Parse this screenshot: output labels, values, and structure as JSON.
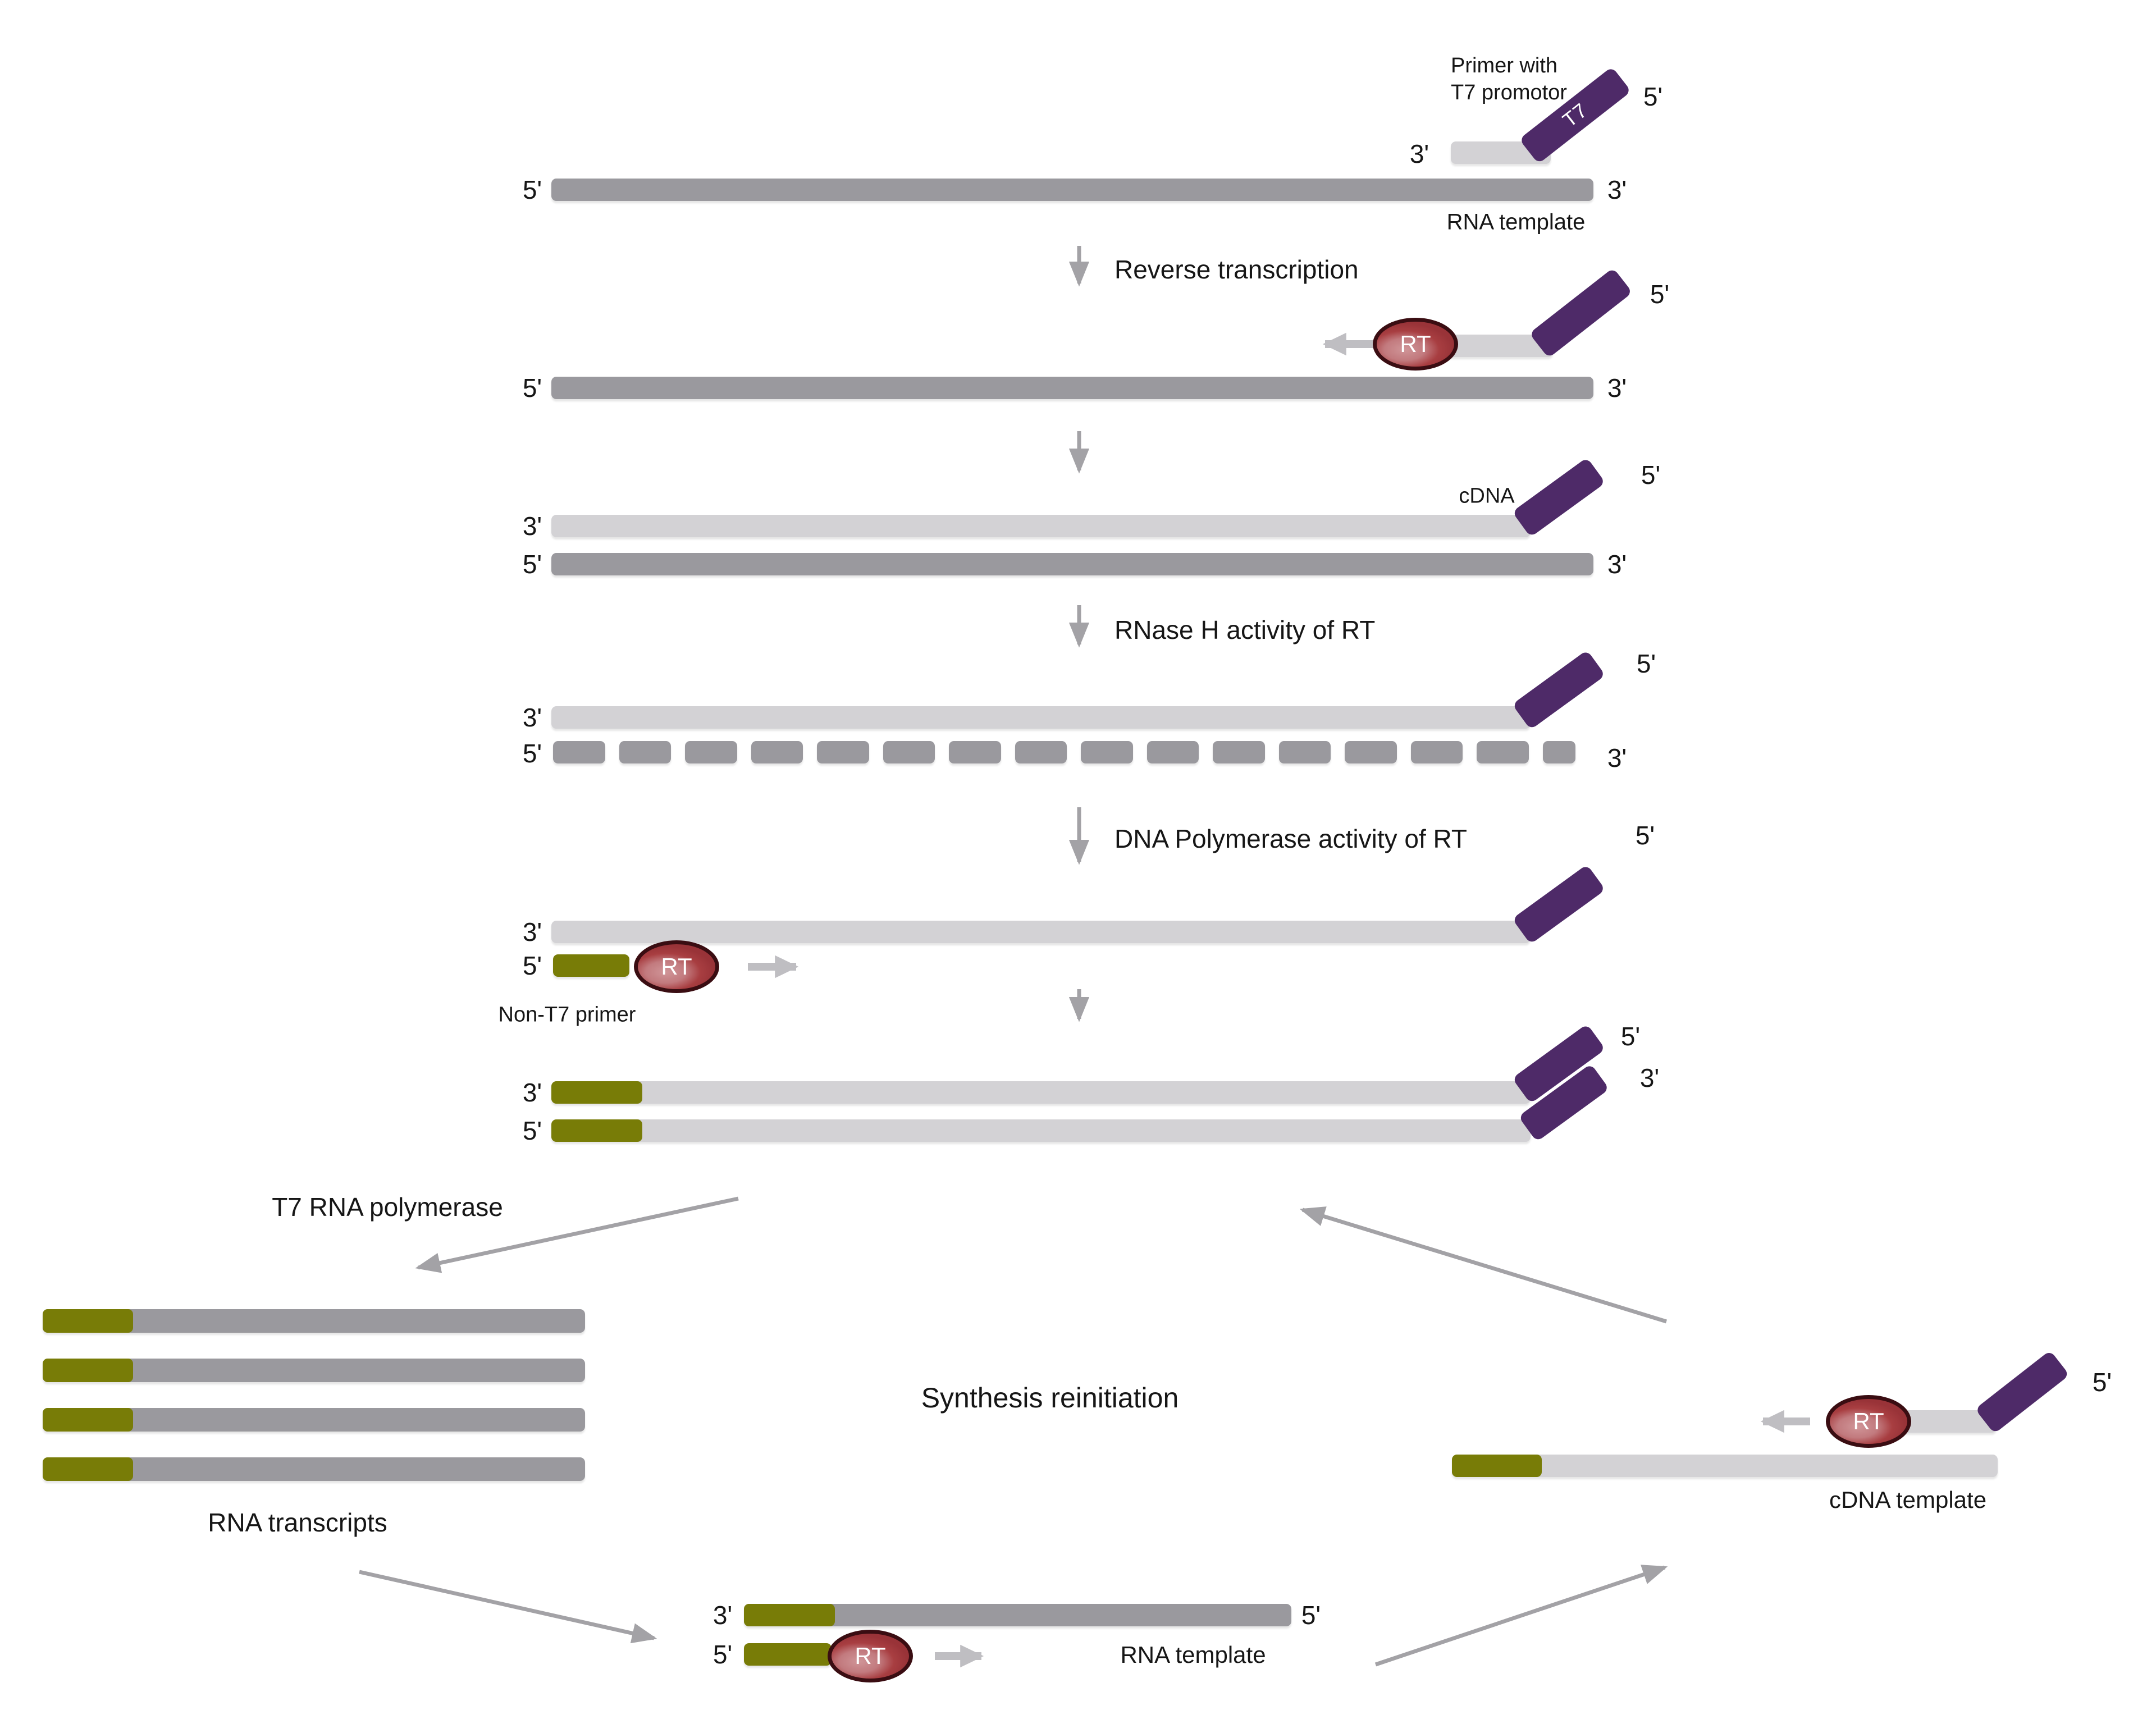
{
  "rt_label": "RT",
  "t7_label": "T7",
  "primer_caption": {
    "line1": "Primer with",
    "line2": "T7 promotor"
  },
  "steps": [
    {
      "label": "Reverse transcription"
    },
    {
      "label": "RNase H activity of RT"
    },
    {
      "label": "DNA Polymerase activity of RT"
    }
  ],
  "captions": {
    "rna_template_top": "RNA template",
    "cdna": "cDNA",
    "non_t7_primer": "Non-T7 primer",
    "t7_rna_polymerase": "T7 RNA polymerase",
    "rna_transcripts": "RNA transcripts",
    "synthesis_reinitiation": "Synthesis reinitiation",
    "cdna_template": "cDNA template",
    "rna_template_bottom": "RNA template"
  },
  "primes": [
    {
      "text": "3'"
    },
    {
      "text": "5'"
    },
    {
      "text": "5'"
    },
    {
      "text": "3'"
    },
    {
      "text": "5'"
    },
    {
      "text": "5'"
    },
    {
      "text": "3'"
    },
    {
      "text": "5'"
    },
    {
      "text": "3'"
    },
    {
      "text": "5'"
    },
    {
      "text": "3'"
    },
    {
      "text": "5'"
    },
    {
      "text": "3'"
    },
    {
      "text": "5'"
    },
    {
      "text": "3'"
    },
    {
      "text": "5'"
    },
    {
      "text": "3'"
    },
    {
      "text": "5'"
    },
    {
      "text": "5'"
    },
    {
      "text": "3'"
    },
    {
      "text": "3'"
    },
    {
      "text": "5'"
    },
    {
      "text": "3'"
    },
    {
      "text": "5'"
    },
    {
      "text": "5'"
    },
    {
      "text": "5'"
    }
  ],
  "dashed_row": {
    "segment_count": 16
  },
  "rna_transcripts": {
    "count": 4,
    "row_pitch": 88,
    "olive_width": 161
  },
  "colors": {
    "rna_gray": "#9a999e",
    "cdna_light_gray": "#d3d2d5",
    "primer_olive": "#787c07",
    "t7_purple": "#4e2a68",
    "rt_red": "#a83e41",
    "rt_border": "#3a0d12",
    "arrow_gray": "#a3a2a6",
    "arrow_light": "#bfbec2",
    "text": "#161616"
  }
}
